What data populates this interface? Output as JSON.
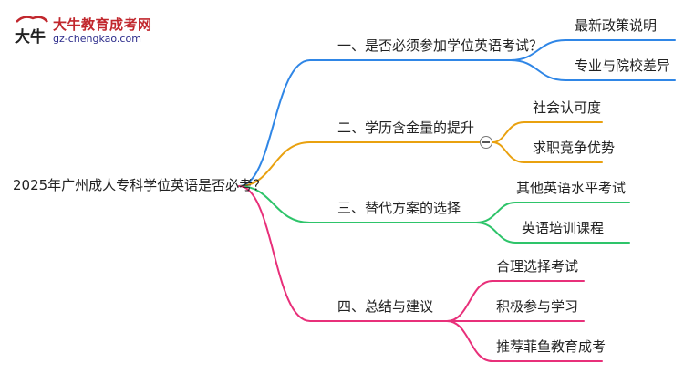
{
  "logo": {
    "title": "大牛教育成考网",
    "url": "gz-chengkao.com",
    "mark_text": "大牛"
  },
  "mindmap": {
    "root": "2025年广州成人专科学位英语是否必考？",
    "branches": [
      {
        "label": "一、是否必须参加学位英语考试？",
        "color": "#2f86e6",
        "children": [
          "最新政策说明",
          "专业与院校差异"
        ]
      },
      {
        "label": "二、学历含金量的提升",
        "color": "#e9a10f",
        "children": [
          "社会认可度",
          "求职竞争优势"
        ]
      },
      {
        "label": "三、替代方案的选择",
        "color": "#2ec46a",
        "children": [
          "其他英语水平考试",
          "英语培训课程"
        ]
      },
      {
        "label": "四、总结与建议",
        "color": "#e8307a",
        "children": [
          "合理选择考试",
          "积极参与学习",
          "推荐菲鱼教育成考"
        ]
      }
    ]
  }
}
